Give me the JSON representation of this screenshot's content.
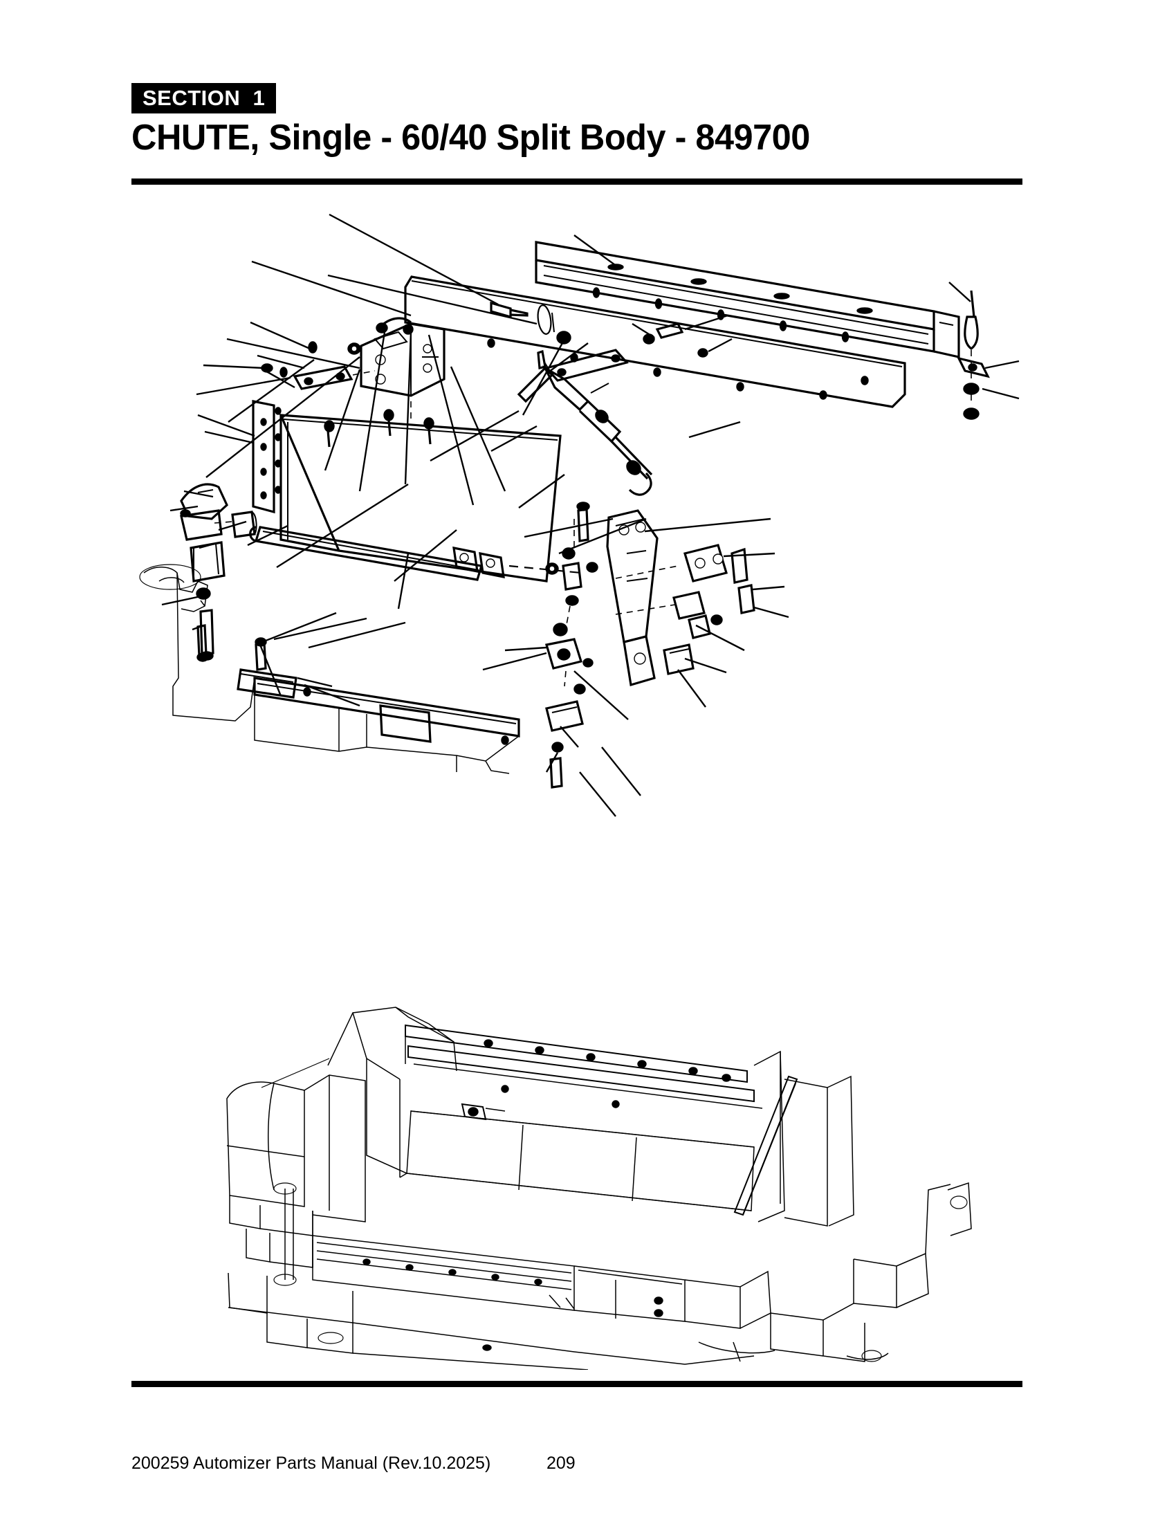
{
  "document": {
    "type": "parts-manual-page",
    "background_color": "#ffffff",
    "ink_color": "#000000"
  },
  "header": {
    "section_badge": "SECTION  1",
    "section_label": "SECTION",
    "section_number": "1",
    "title": "CHUTE, Single - 60/40 Split Body - 849700",
    "badge_background": "#000000",
    "badge_text_color": "#ffffff"
  },
  "rules": {
    "top_rule": "",
    "bottom_rule": ""
  },
  "figure": {
    "exploded_view_caption": "",
    "assembly_view_caption": ""
  },
  "footer": {
    "manual_text": "200259 Automizer Parts Manual (Rev.10.2025)",
    "page_number": "209"
  }
}
